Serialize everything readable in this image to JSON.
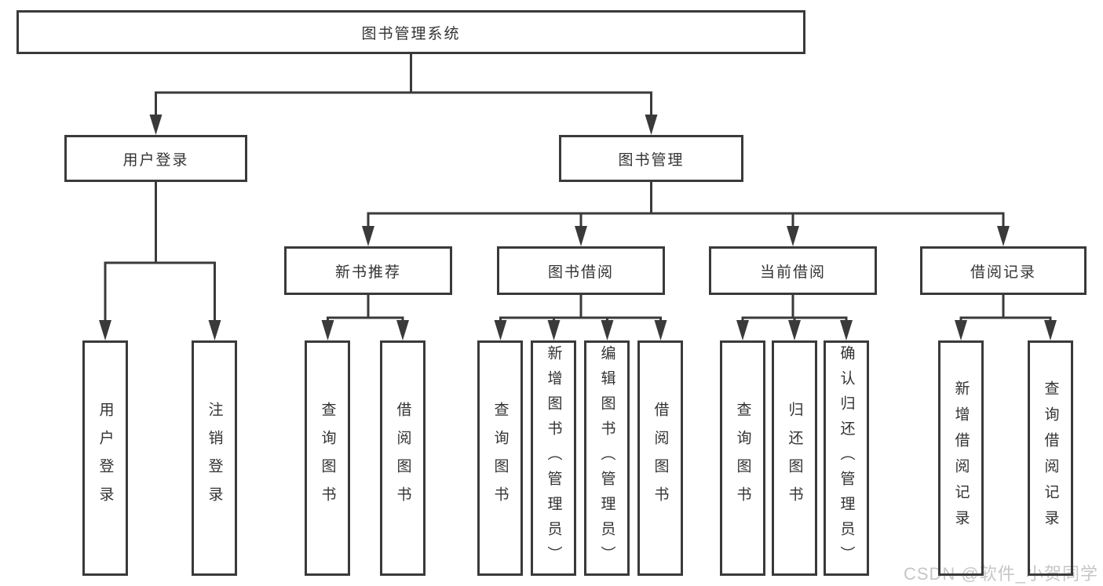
{
  "watermark": {
    "text": "CSDN @软件_小贺同学"
  },
  "colors": {
    "line": "#3a3a3a",
    "border": "#3a3a3a",
    "text": "#333333",
    "watermark": "#c6c6c6"
  },
  "tree": {
    "root": {
      "label": "图书管理系统"
    },
    "branches": [
      {
        "label": "用户登录",
        "children": [
          {
            "label": "用户登录"
          },
          {
            "label": "注销登录"
          }
        ]
      },
      {
        "label": "图书管理",
        "children": [
          {
            "label": "新书推荐",
            "children": [
              {
                "label": "查询图书"
              },
              {
                "label": "借阅图书"
              }
            ]
          },
          {
            "label": "图书借阅",
            "children": [
              {
                "label": "查询图书"
              },
              {
                "label": "新增图书（管理员）"
              },
              {
                "label": "编辑图书（管理员）"
              },
              {
                "label": "借阅图书"
              }
            ]
          },
          {
            "label": "当前借阅",
            "children": [
              {
                "label": "查询图书"
              },
              {
                "label": "归还图书"
              },
              {
                "label": "确认归还（管理员）"
              }
            ]
          },
          {
            "label": "借阅记录",
            "children": [
              {
                "label": "新增借阅记录"
              },
              {
                "label": "查询借阅记录"
              }
            ]
          }
        ]
      }
    ]
  }
}
